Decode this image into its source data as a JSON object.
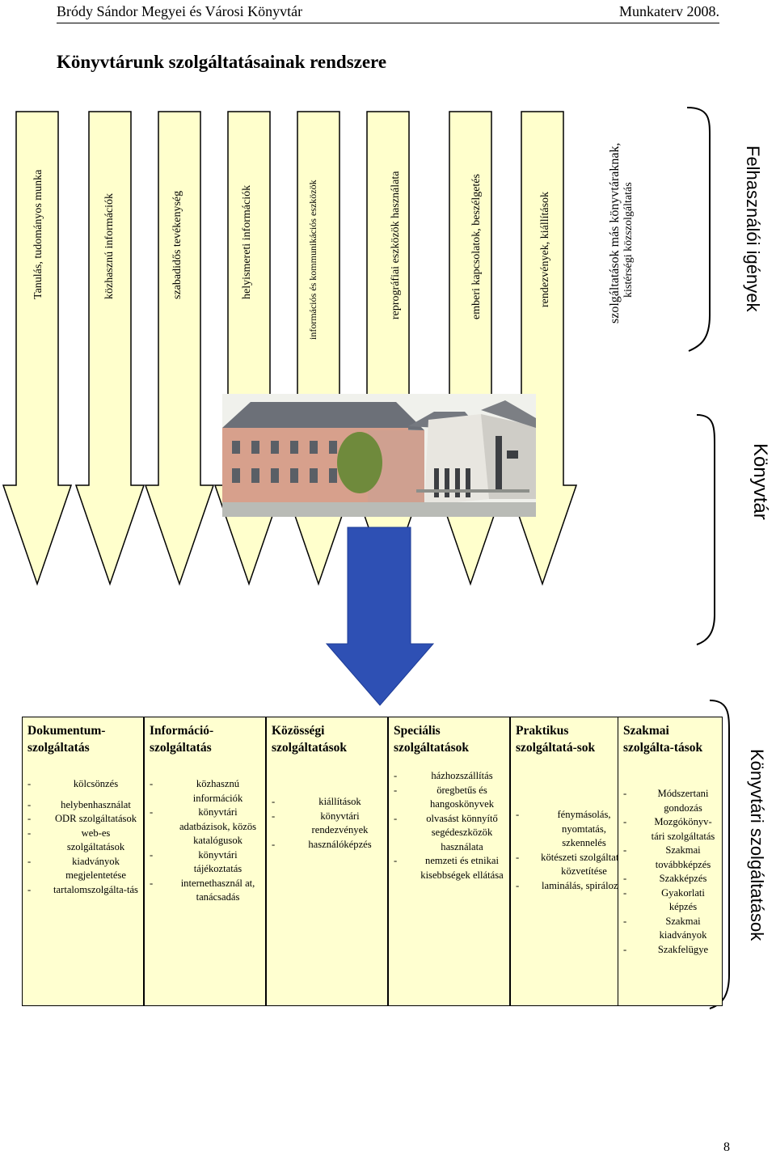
{
  "header": {
    "left": "Bródy Sándor Megyei és Városi Könyvtár",
    "right": "Munkaterv 2008."
  },
  "title": "Könyvtárunk szolgáltatásainak rendszere",
  "needs": [
    "Tanulás, tudományos munka",
    "közhasznú információk",
    "szabadidős tevékenység",
    "helyismereti információk",
    "információs és kommunikációs eszközök",
    "reprográfiai eszközök használata",
    "emberi kapcsolatok, beszélgetés",
    "rendezvények, kiállítások",
    "szolgáltatások más könyvtáraknak,",
    "kistérségi közszolgáltatás"
  ],
  "side_labels": {
    "needs": "Felhasználói igények",
    "library": "Könyvtár",
    "services": "Könyvtári szolgáltatások"
  },
  "boxes": [
    {
      "title": "Dokumentum-szolgáltatás",
      "items": [
        "kölcsönzés",
        "helybenhasználat",
        "ODR szolgáltatások",
        "web-es szolgáltatások",
        "kiadványok megjelentetése",
        "tartalomszolgálta-tás"
      ]
    },
    {
      "title": "Információ-szolgáltatás",
      "items": [
        "közhasznú információk",
        "könyvtári adatbázisok, közös katalógusok",
        "könyvtári tájékoztatás",
        "internethasznál at, tanácsadás"
      ]
    },
    {
      "title": "Közösségi szolgáltatások",
      "items": [
        "kiállítások",
        "könyvtári rendezvények",
        "használóképzés"
      ]
    },
    {
      "title": "Speciális szolgáltatások",
      "items": [
        "házhozszállítás",
        "öregbetűs és hangoskönyvek",
        "olvasást könnyítő segédeszközök használata",
        "nemzeti és etnikai kisebbségek ellátása"
      ]
    },
    {
      "title": "Praktikus szolgáltatá-sok",
      "items": [
        "fénymásolás, nyomtatás, szkennelés",
        "kötészeti szolgáltatás közvetítése",
        "laminálás, spirálozás"
      ]
    },
    {
      "title": "Szakmai szolgálta-tások",
      "items": [
        "Módszertani gondozás",
        "Mozgókönyv-tári szolgáltatás",
        "Szakmai továbbképzés",
        "Szakképzés",
        "Gyakorlati képzés",
        "Szakmai kiadványok",
        "Szakfelügye"
      ]
    }
  ],
  "page_number": "8",
  "colors": {
    "arrow_fill": "#ffffcc",
    "box_fill": "#ffffd0",
    "big_arrow": "#2e50b4"
  }
}
